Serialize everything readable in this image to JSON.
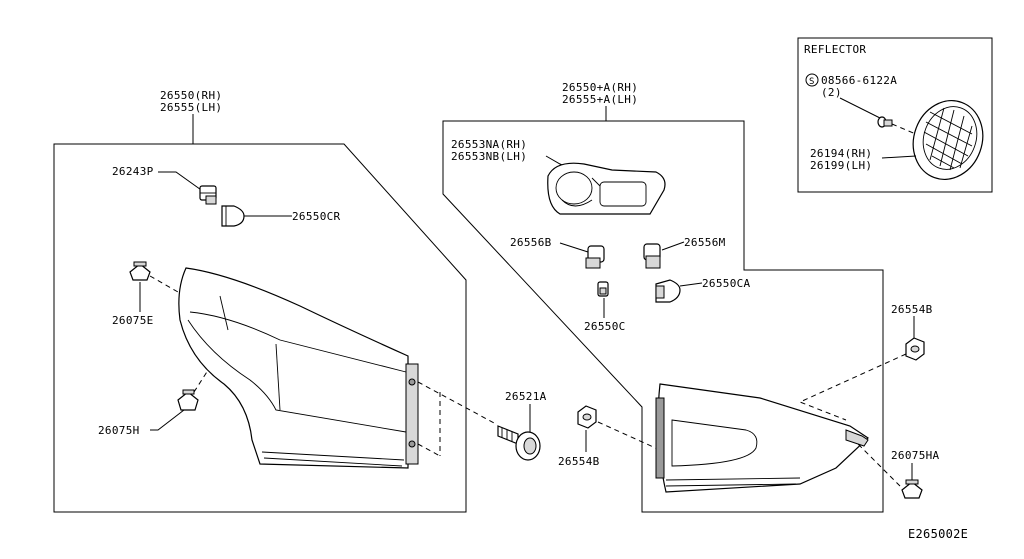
{
  "diagram_id": "E265002E",
  "left_assembly": {
    "title_rh": "26550(RH)",
    "title_lh": "26555(LH)",
    "parts": {
      "socket": "26243P",
      "bulb": "26550CR",
      "clip_top": "26075E",
      "clip_bottom": "26075H"
    }
  },
  "right_assembly": {
    "title_rh": "26550+A(RH)",
    "title_lh": "26555+A(LH)",
    "housing_rh": "26553NA(RH)",
    "housing_lh": "26553NB(LH)",
    "socket_left": "26556B",
    "socket_right": "26556M",
    "bulb_small": "26550C",
    "bulb_large": "26550CA"
  },
  "loose_parts": {
    "bolt": "26521A",
    "nut_center": "26554B",
    "nut_right": "26554B",
    "clip_right": "26075HA"
  },
  "reflector_box": {
    "title": "REFLECTOR",
    "screw_symbol": "S",
    "screw_part": "08566-6122A",
    "screw_qty": "(2)",
    "reflector_rh": "26194(RH)",
    "reflector_lh": "26199(LH)"
  }
}
